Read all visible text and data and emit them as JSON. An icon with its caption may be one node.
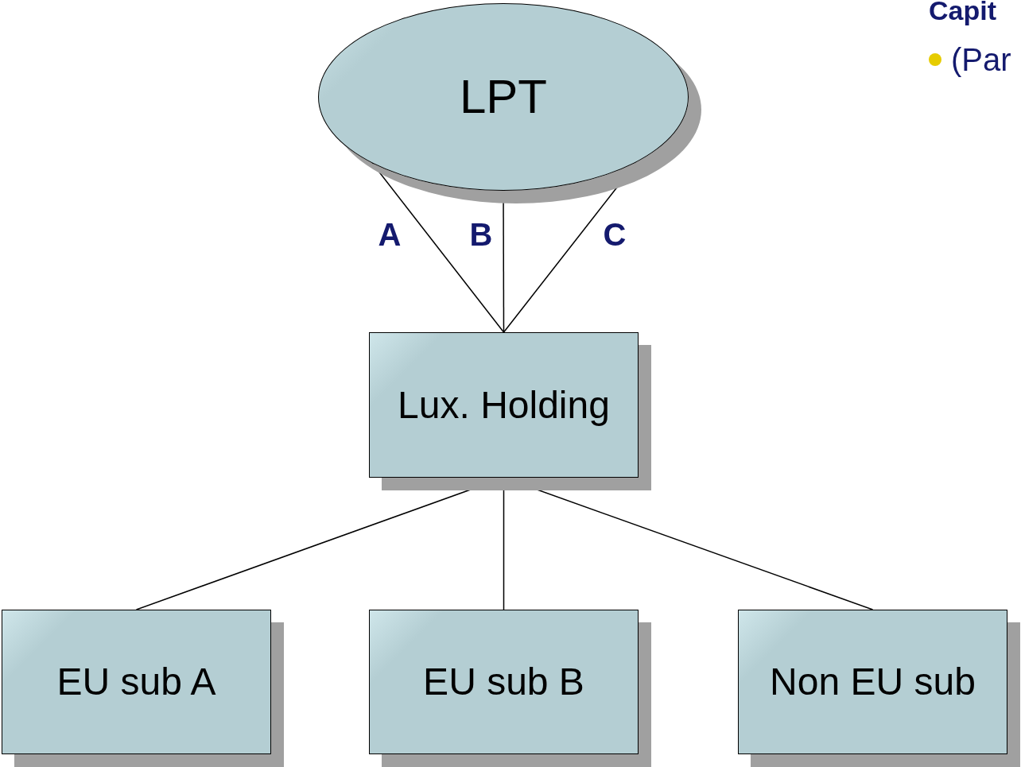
{
  "diagram": {
    "nodes": [
      {
        "text": [
          "LPT"
        ]
      },
      {
        "text": [
          "Lux. Holding"
        ]
      },
      {
        "text": [
          "EU sub A"
        ]
      },
      {
        "text": [
          "EU sub B"
        ]
      },
      {
        "text": [
          "Non EU sub"
        ]
      }
    ],
    "edges": [
      {
        "from": 0,
        "to": 1,
        "arrow": "none",
        "label": "A"
      },
      {
        "from": 0,
        "to": 1,
        "arrow": "none",
        "label": "B"
      },
      {
        "from": 0,
        "to": 1,
        "arrow": "none",
        "label": "C"
      },
      {
        "from": 1,
        "to": 2,
        "arrow": "none"
      },
      {
        "from": 1,
        "to": 3,
        "arrow": "none"
      },
      {
        "from": 1,
        "to": 4,
        "arrow": "none"
      }
    ],
    "labels": [
      "Capit",
      "(Par"
    ]
  }
}
